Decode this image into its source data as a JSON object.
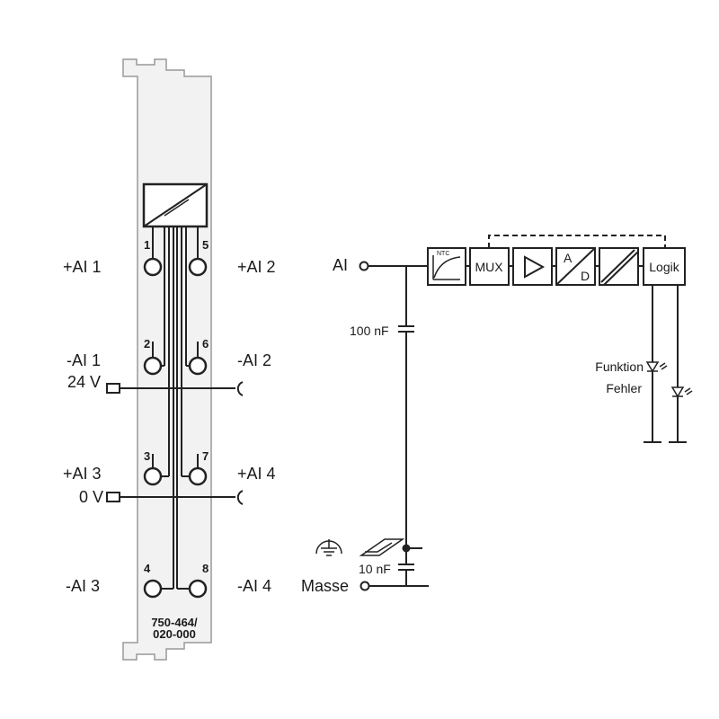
{
  "module": {
    "part_number_line1": "750-464/",
    "part_number_line2": "020-000",
    "terminal_numbers": [
      "1",
      "5",
      "2",
      "6",
      "3",
      "7",
      "4",
      "8"
    ]
  },
  "left_labels": {
    "ai1_plus": "+AI 1",
    "ai2_plus": "+AI 2",
    "ai1_minus": "-AI 1",
    "ai2_minus": "-AI 2",
    "v24": "24 V",
    "v0": "0 V",
    "ai3_plus": "+AI 3",
    "ai4_plus": "+AI 4",
    "ai3_minus": "-AI 3",
    "ai4_minus": "-AI 4"
  },
  "schematic": {
    "input_label": "AI",
    "cap1": "100 nF",
    "cap2": "10 nF",
    "ground_label": "Masse",
    "ntc_label": "NTC",
    "mux_label": "MUX",
    "ad_a": "A",
    "ad_d": "D",
    "logic_label": "Logik",
    "led_function": "Funktion",
    "led_error": "Fehler"
  }
}
